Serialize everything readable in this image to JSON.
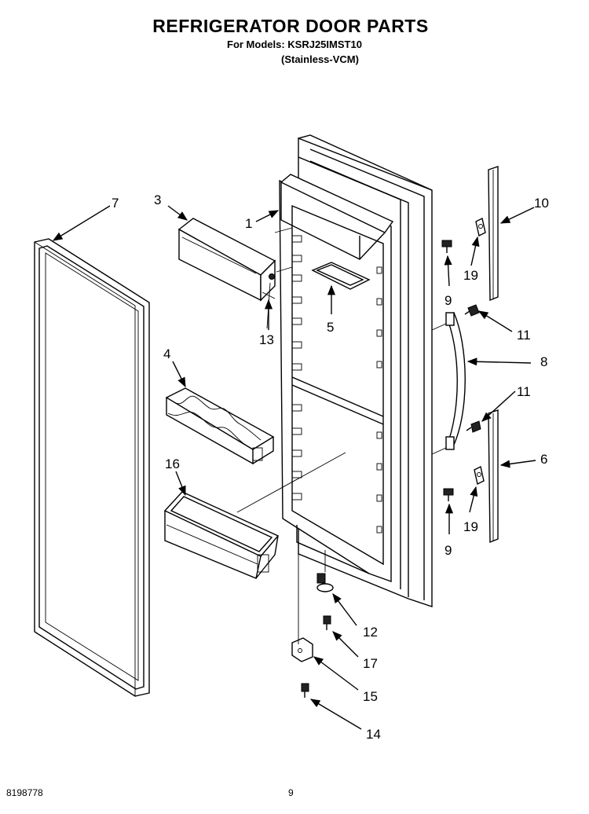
{
  "header": {
    "title": "REFRIGERATOR DOOR PARTS",
    "models_line": "For Models: KSRJ25IMST10",
    "variant_line": "(Stainless-VCM)"
  },
  "footer": {
    "doc_number": "8198778",
    "page_number": "9"
  },
  "callouts": {
    "c1": "1",
    "c3": "3",
    "c4": "4",
    "c5": "5",
    "c6": "6",
    "c7": "7",
    "c8": "8",
    "c9a": "9",
    "c9b": "9",
    "c10": "10",
    "c11a": "11",
    "c11b": "11",
    "c12": "12",
    "c13": "13",
    "c14": "14",
    "c15": "15",
    "c16": "16",
    "c17": "17",
    "c19a": "19",
    "c19b": "19"
  }
}
